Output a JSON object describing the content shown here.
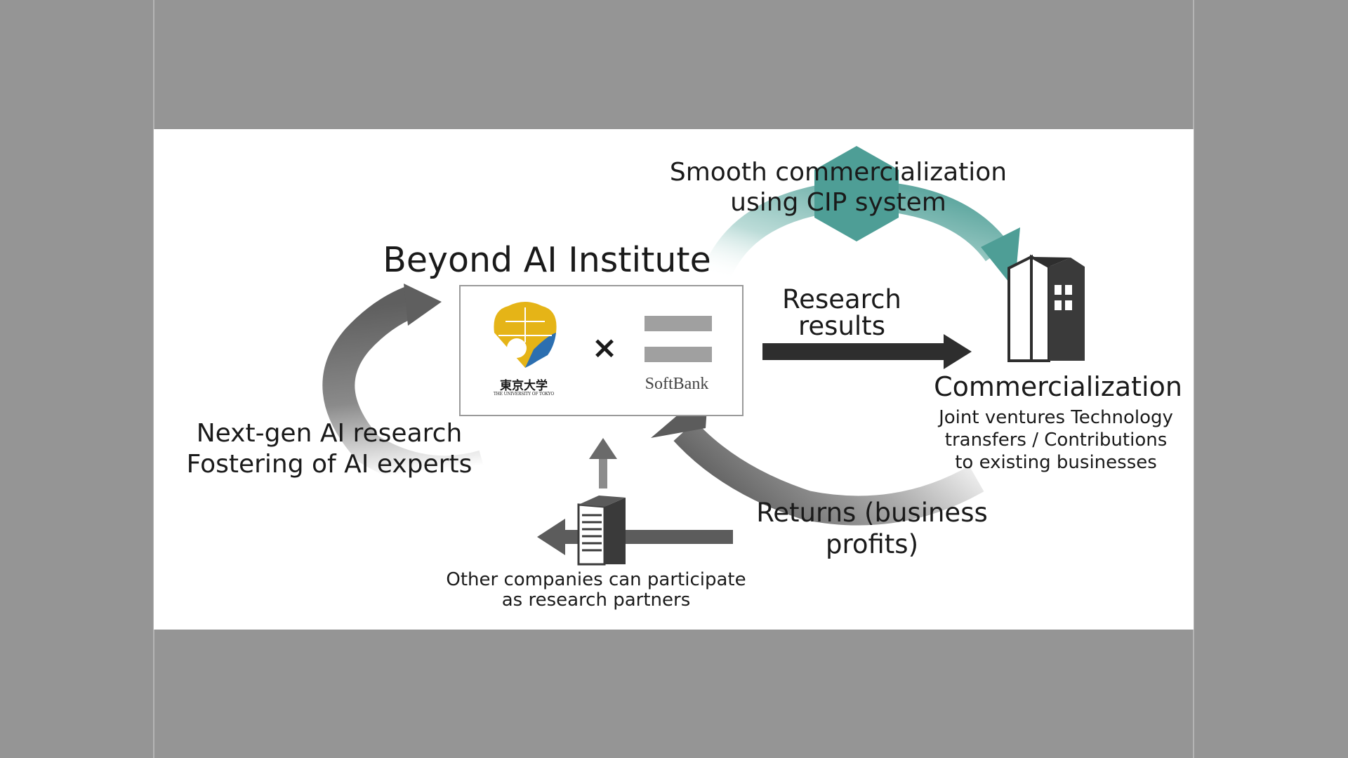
{
  "diagram": {
    "title": "Beyond AI Institute",
    "institute_box": {
      "university_logo_text": "東京大学",
      "university_logo_subtext": "THE UNIVERSITY OF TOKYO",
      "times_symbol": "×",
      "softbank_logo_text": "SoftBank"
    },
    "cip_label": "Smooth commercialization using CIP system",
    "research_results_label": "Research results",
    "commercialization": {
      "title": "Commercialization",
      "details": "Joint ventures Technology transfers / Contributions to existing businesses"
    },
    "cycle_label": "Next-gen AI research Fostering of AI experts",
    "returns_label": "Returns (business profits)",
    "partners_label": "Other companies can participate as research partners",
    "colors": {
      "background": "#959595",
      "panel": "#ffffff",
      "teal_arrow": "#4e9e96",
      "dark_arrow": "#333333",
      "gray_arrow": "#6e6e6e",
      "ginkgo_yellow": "#e5b417",
      "ginkgo_blue": "#2c6fb0"
    },
    "icons": [
      "building-icon",
      "office-building-icon",
      "ginkgo-logo-icon",
      "softbank-logo-icon"
    ]
  }
}
